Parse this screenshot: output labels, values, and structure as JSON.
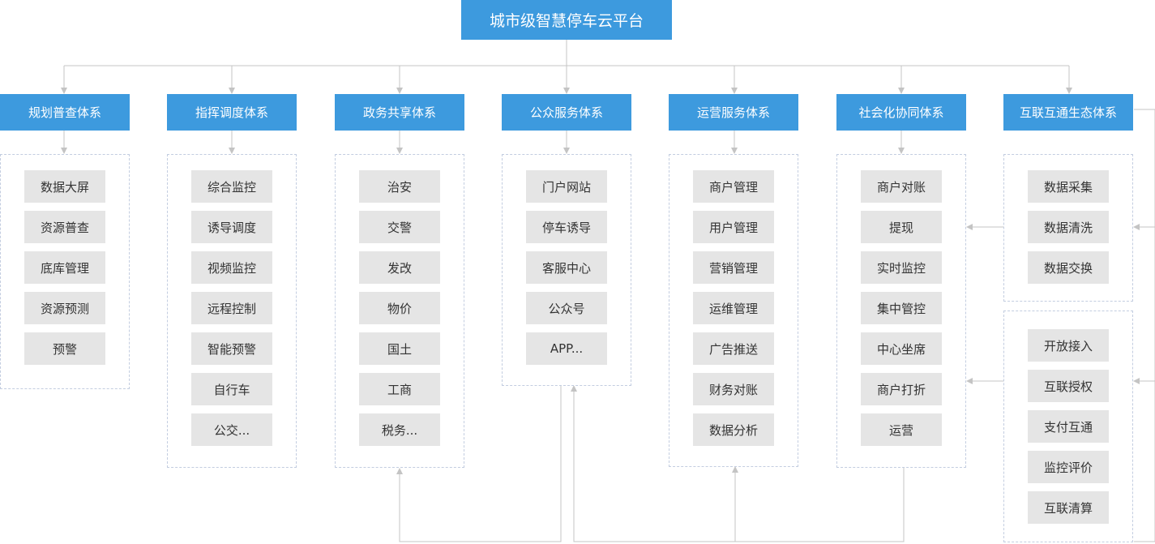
{
  "root": {
    "label": "城市级智慧停车云平台"
  },
  "systems": [
    {
      "name": "规划普查体系",
      "items": [
        "数据大屏",
        "资源普查",
        "底库管理",
        "资源预测",
        "预警"
      ]
    },
    {
      "name": "指挥调度体系",
      "items": [
        "综合监控",
        "诱导调度",
        "视频监控",
        "远程控制",
        "智能预警",
        "自行车",
        "公交..."
      ]
    },
    {
      "name": "政务共享体系",
      "items": [
        "治安",
        "交警",
        "发改",
        "物价",
        "国土",
        "工商",
        "税务..."
      ]
    },
    {
      "name": "公众服务体系",
      "items": [
        "门户网站",
        "停车诱导",
        "客服中心",
        "公众号",
        "APP..."
      ]
    },
    {
      "name": "运营服务体系",
      "items": [
        "商户管理",
        "用户管理",
        "营销管理",
        "运维管理",
        "广告推送",
        "财务对账",
        "数据分析"
      ]
    },
    {
      "name": "社会化协同体系",
      "items": [
        "商户对账",
        "提现",
        "实时监控",
        "集中管控",
        "中心坐席",
        "商户打折",
        "运营"
      ]
    },
    {
      "name": "互联互通生态体系",
      "groups": [
        [
          "数据采集",
          "数据清洗",
          "数据交换"
        ],
        [
          "开放接入",
          "互联授权",
          "支付互通",
          "监控评价",
          "互联清算"
        ]
      ]
    }
  ],
  "colors": {
    "header": "#3d9ade",
    "item": "#e5e5e5",
    "connector": "#c4c4c4",
    "panel_border": "#c3cde0"
  }
}
